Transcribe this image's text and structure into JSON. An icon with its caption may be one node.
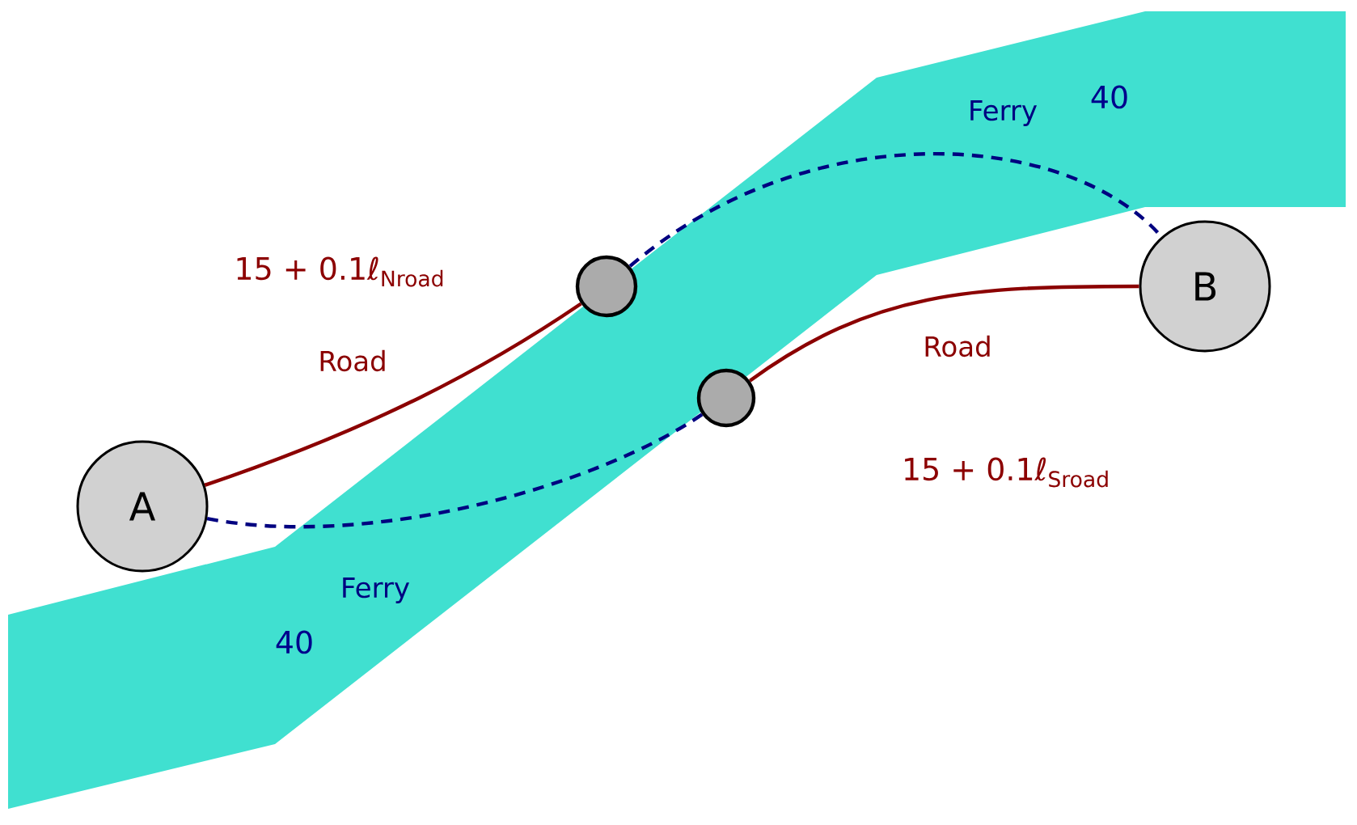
{
  "diagram": {
    "nodes": [
      {
        "text": [
          "A"
        ]
      },
      {
        "text": [
          "B"
        ]
      },
      {
        "text": [],
        "shape": "circle"
      },
      {
        "text": [],
        "shape": "circle"
      }
    ],
    "edges": [
      {
        "from": 0,
        "to": 2,
        "arrow": "none",
        "label": "Road",
        "color": "#8b0000"
      },
      {
        "from": 2,
        "to": 1,
        "arrow": "none",
        "label": "Ferry",
        "style": "dashed",
        "color": "#000080"
      },
      {
        "from": 0,
        "to": 3,
        "arrow": "none",
        "label": "Ferry",
        "style": "dashed",
        "color": "#000080"
      },
      {
        "from": 3,
        "to": 1,
        "arrow": "none",
        "label": "Road",
        "color": "#8b0000"
      }
    ],
    "labels": [
      "15 + 0.1ℓ$_{Nroad}$",
      "40",
      "40",
      "15 + 0.1ℓ$_{Sroad}$"
    ]
  }
}
